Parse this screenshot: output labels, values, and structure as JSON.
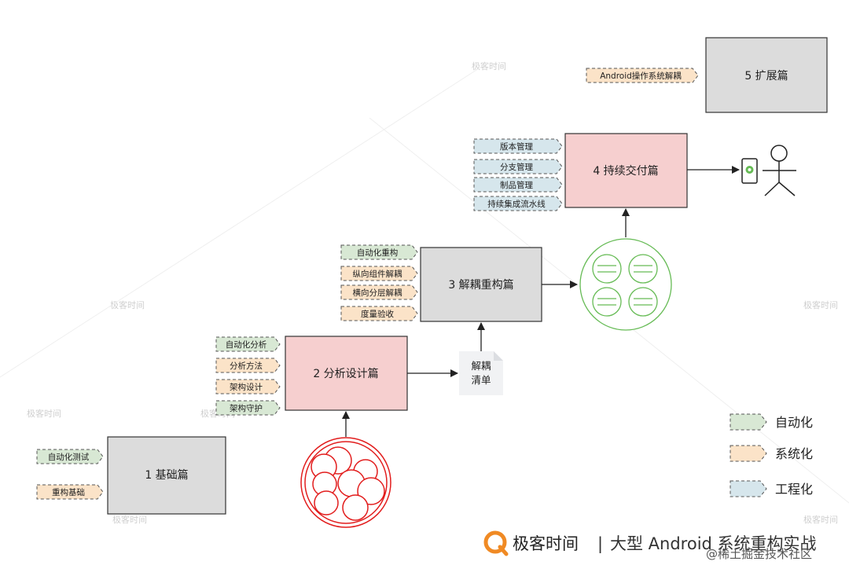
{
  "watermark": "极客时间",
  "colors": {
    "green": "#d8e8d4",
    "orange": "#fbe3c8",
    "blue": "#d6e6ec",
    "gray_box": "#dcdcdc",
    "pink_box": "#f6cfcf",
    "red_circle": "#e21d1d",
    "green_circle": "#66bb55"
  },
  "chapters": {
    "c1": "1 基础篇",
    "c2": "2 分析设计篇",
    "c3": "3 解耦重构篇",
    "c4": "4 持续交付篇",
    "c5": "5 扩展篇"
  },
  "tags": {
    "c1": [
      "自动化测试",
      "重构基础"
    ],
    "c2": [
      "自动化分析",
      "分析方法",
      "架构设计",
      "架构守护"
    ],
    "c3": [
      "自动化重构",
      "纵向组件解耦",
      "横向分层解耦",
      "度量验收"
    ],
    "c4": [
      "版本管理",
      "分支管理",
      "制品管理",
      "持续集成流水线"
    ],
    "c5": [
      "Android操作系统解耦"
    ]
  },
  "document": {
    "line1": "解耦",
    "line2": "清单"
  },
  "legend": {
    "automation": "自动化",
    "systematization": "系统化",
    "engineering": "工程化"
  },
  "footer": {
    "brand": "极客时间",
    "separator": "|",
    "course": "大型 Android 系统重构实战",
    "credit": "@稀土掘金技术社区"
  }
}
